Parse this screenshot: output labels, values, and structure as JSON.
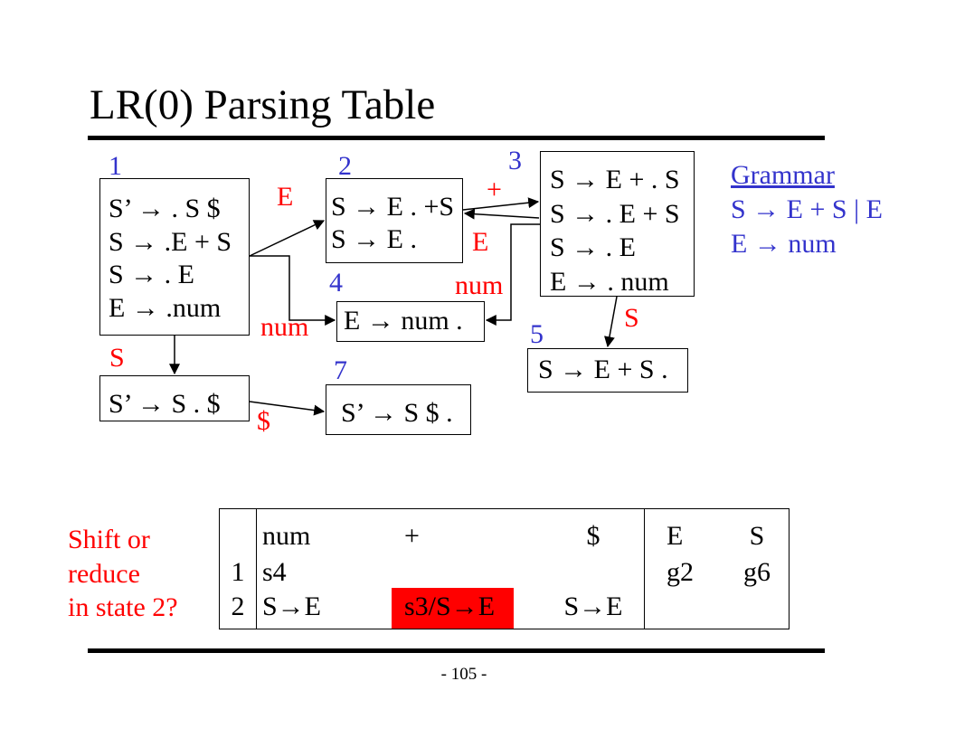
{
  "slide": {
    "title": "LR(0) Parsing Table",
    "page_number": "- 105 -"
  },
  "colors": {
    "state_number": "#3333cc",
    "transition_label": "#ff0000",
    "grammar": "#3333cc",
    "question": "#ff0000",
    "conflict_highlight": "#ff0000"
  },
  "states": {
    "s1": {
      "number": "1",
      "items": [
        "S’ → . S $",
        "S → .E + S",
        "S → . E",
        "E → .num"
      ]
    },
    "s2": {
      "number": "2",
      "items": [
        "S → E . +S",
        "S → E ."
      ]
    },
    "s3": {
      "number": "3",
      "items": [
        "S → E + . S",
        "S → . E + S",
        "S → . E",
        "E → . num"
      ]
    },
    "s4": {
      "number": "4",
      "items": [
        "E → num ."
      ]
    },
    "s5": {
      "number": "5",
      "items": [
        "S → E + S ."
      ]
    },
    "s6": {
      "items": [
        "S’ → S . $"
      ]
    },
    "s7": {
      "number": "7",
      "items": [
        "S’ → S $ ."
      ]
    }
  },
  "transitions": {
    "s1_to_s2": "E",
    "s1_to_s4": "num",
    "s1_to_s6": "S",
    "s2_to_s3": "+",
    "s3_to_s2": "E",
    "s3_to_s4": "num",
    "s3_to_s5": "S",
    "s6_to_s7": "$"
  },
  "grammar": {
    "heading": "Grammar",
    "rules": [
      "S → E + S | E",
      "E → num"
    ]
  },
  "parsing_table": {
    "columns": [
      "num",
      "+",
      "$",
      "E",
      "S"
    ],
    "rows": [
      {
        "state": "1",
        "cells": [
          "s4",
          "",
          "",
          "g2",
          "g6"
        ]
      },
      {
        "state": "2",
        "cells": [
          "S→E",
          "s3/S→E",
          "S→E",
          "",
          ""
        ]
      }
    ]
  },
  "question": [
    "Shift or",
    "reduce",
    "in state 2?"
  ]
}
